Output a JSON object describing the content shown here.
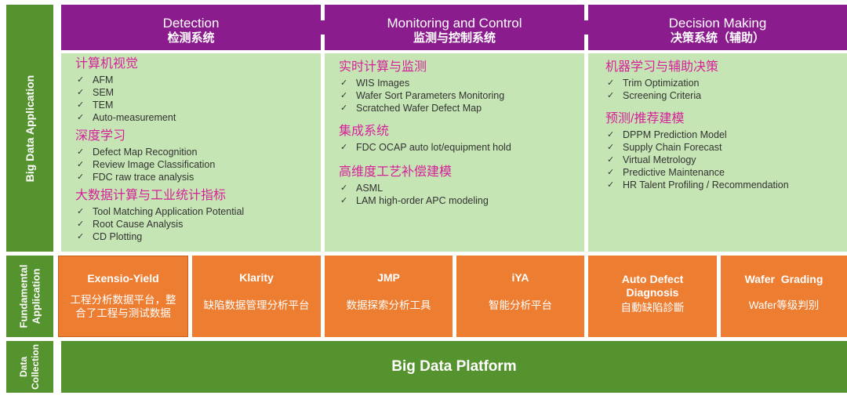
{
  "side_labels": {
    "big_data_application": "Big Data Application",
    "fundamental_line1": "Fundamental",
    "fundamental_line2": "Application",
    "data_line1": "Data",
    "data_line2": "Collection"
  },
  "headers": [
    {
      "en": "Detection",
      "zh": "检测系统"
    },
    {
      "en": "Monitoring and Control",
      "zh": "监测与控制系统"
    },
    {
      "en": "Decision Making",
      "zh": "决策系统（辅助）"
    }
  ],
  "columns": [
    {
      "sections": [
        {
          "title": "计算机视觉",
          "items": [
            "AFM",
            "SEM",
            "TEM",
            "Auto-measurement"
          ]
        },
        {
          "title": "深度学习",
          "items": [
            "Defect Map Recognition",
            "Review Image Classification",
            "FDC raw trace analysis"
          ]
        },
        {
          "title": "大数据计算与工业统计指标",
          "items": [
            "Tool Matching Application Potential",
            "Root Cause Analysis",
            "CD Plotting"
          ]
        }
      ]
    },
    {
      "sections": [
        {
          "title": "实时计算与监测",
          "items": [
            "WIS Images",
            "Wafer Sort Parameters Monitoring",
            "Scratched Wafer Defect Map"
          ]
        },
        {
          "title": "集成系统",
          "items": [
            "FDC OCAP auto lot/equipment hold"
          ]
        },
        {
          "title": "高维度工艺补偿建模",
          "items": [
            "ASML",
            "LAM high-order APC modeling"
          ]
        }
      ]
    },
    {
      "sections": [
        {
          "title": "机器学习与辅助决策",
          "items": [
            "Trim Optimization",
            "Screening Criteria"
          ]
        },
        {
          "title": "预测/推荐建模",
          "items": [
            "DPPM Prediction Model",
            "Supply Chain Forecast",
            "Virtual Metrology",
            "Predictive Maintenance",
            "HR Talent Profiling / Recommendation"
          ]
        }
      ]
    }
  ],
  "tools": [
    {
      "title": "Exensio-Yield",
      "subtitle": "工程分析数据平台，整合了工程与测试数据"
    },
    {
      "title": "Klarity",
      "subtitle": "缺陷数据管理分析平台"
    },
    {
      "title": "JMP",
      "subtitle": "数据探索分析工具"
    },
    {
      "title": "iYA",
      "subtitle": "智能分析平台"
    },
    {
      "title": "Auto Defect Diagnosis",
      "subtitle": "自動缺陷診斷"
    },
    {
      "title": "Wafer  Grading",
      "subtitle": "Wafer等级判别"
    }
  ],
  "check_symbol": "✓",
  "platform_label": "Big Data Platform",
  "colors": {
    "green": "#55932e",
    "light_green": "#c6e5b4",
    "purple": "#8b1c8e",
    "orange": "#ed7d31",
    "pink_text": "#d6219a"
  }
}
